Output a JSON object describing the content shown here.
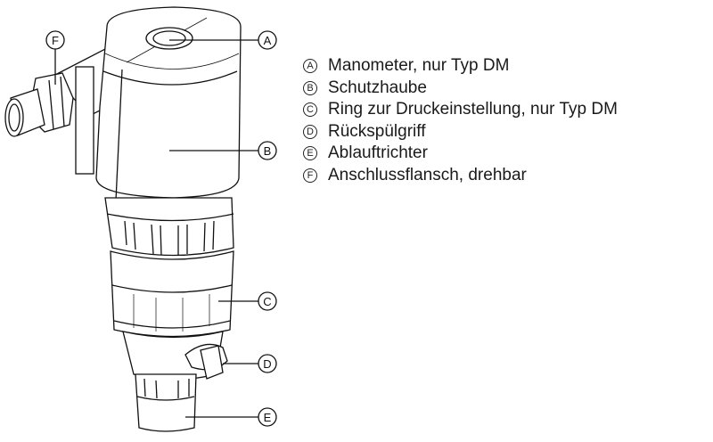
{
  "callouts": [
    {
      "letter": "A",
      "label": "Manometer, nur Typ DM"
    },
    {
      "letter": "B",
      "label": "Schutzhaube"
    },
    {
      "letter": "C",
      "label": "Ring zur Druckeinstellung, nur Typ DM"
    },
    {
      "letter": "D",
      "label": "Rückspülgriff"
    },
    {
      "letter": "E",
      "label": "Ablauftrichter"
    },
    {
      "letter": "F",
      "label": "Anschlussflansch, drehbar"
    }
  ]
}
